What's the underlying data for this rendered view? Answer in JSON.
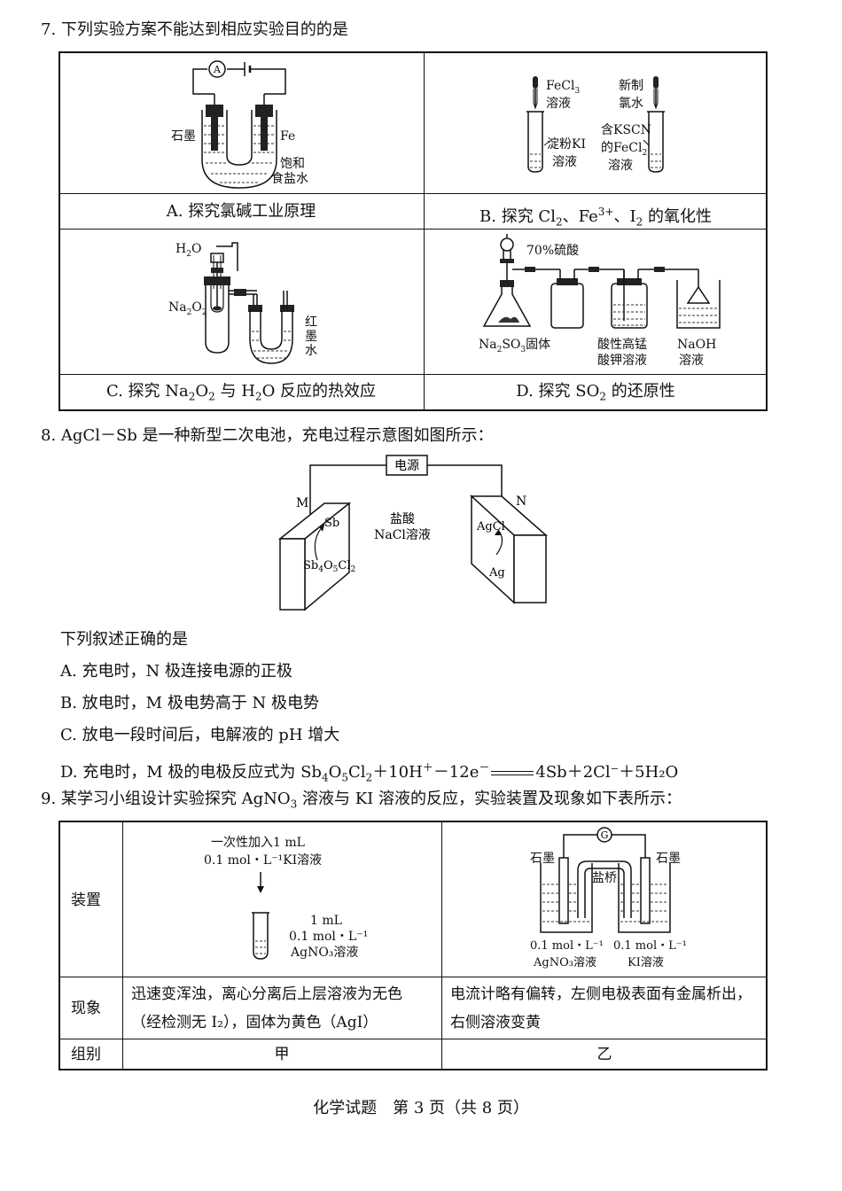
{
  "q7": {
    "stem": "7. 下列实验方案不能达到相应实验目的的是",
    "A": {
      "caption": "A. 探究氯碱工业原理",
      "graphite": "石墨",
      "fe": "Fe",
      "solution1": "饱和",
      "solution2": "食盐水",
      "ammeter": "A"
    },
    "B": {
      "caption_pre": "B. 探究 Cl",
      "caption_sub1": "2",
      "caption_mid1": "、Fe",
      "caption_sup": "3+",
      "caption_mid2": "、I",
      "caption_sub2": "2",
      "caption_post": " 的氧化性",
      "fecl3_a": "FeCl",
      "fecl3_sub": "3",
      "fecl3_b": "溶液",
      "cl2_a": "新制",
      "cl2_b": "氯水",
      "ki_a": "淀粉KI",
      "ki_b": "溶液",
      "kscn_a": "含KSCN",
      "kscn_b": "的FeCl",
      "kscn_sub": "2",
      "kscn_c": "溶液"
    },
    "C": {
      "caption_pre": "C. 探究 Na",
      "caption_sub1": "2",
      "caption_mid1": "O",
      "caption_sub2": "2",
      "caption_mid2": " 与 H",
      "caption_sub3": "2",
      "caption_post": "O 反应的热效应",
      "h2o": "H",
      "h2o_sub": "2",
      "h2o_o": "O",
      "na2o2": "Na",
      "na2o2_sub": "2",
      "na2o2_o": "O",
      "na2o2_sub2": "2",
      "ink": [
        "红",
        "墨",
        "水"
      ]
    },
    "D": {
      "caption_pre": "D. 探究 SO",
      "caption_sub": "2",
      "caption_post": " 的还原性",
      "acid": "70%硫酸",
      "na2so3": "Na",
      "na2so3_sub1": "2",
      "na2so3_mid": "SO",
      "na2so3_sub2": "3",
      "na2so3_post": "固体",
      "kmno4_a": "酸性高锰",
      "kmno4_b": "酸钾溶液",
      "naoh_a": "NaOH",
      "naoh_b": "溶液"
    }
  },
  "q8": {
    "stem": "8. AgCl－Sb 是一种新型二次电池，充电过程示意图如图所示：",
    "power": "电源",
    "M": "M",
    "N": "N",
    "electrolyte_a": "盐酸",
    "electrolyte_b": "NaCl溶液",
    "sb": "Sb",
    "sb4o5cl2": "Sb",
    "agcl": "AgCl",
    "ag": "Ag",
    "prompt": "下列叙述正确的是",
    "options": [
      "A. 充电时，N 极连接电源的正极",
      "B. 放电时，M 极电势高于 N 极电势",
      "C. 放电一段时间后，电解液的 pH 增大"
    ],
    "optD_pre": "D. 充电时，M 极的电极反应式为 Sb",
    "optD_eq": "4Sb＋2Cl⁻＋5H₂O"
  },
  "q9": {
    "stem_pre": "9. 某学习小组设计实验探究 AgNO",
    "stem_sub": "3",
    "stem_post": " 溶液与 KI 溶液的反应，实验装置及现象如下表所示：",
    "row_device": "装置",
    "row_phen": "现象",
    "row_group": "组别",
    "jia": {
      "add1": "一次性加入1 mL",
      "add2": "0.1 mol・L⁻¹KI溶液",
      "vol": "1 mL",
      "conc": "0.1 mol・L⁻¹",
      "agno3": "AgNO₃溶液",
      "phen1": "迅速变浑浊，离心分离后上层溶液为无色",
      "phen2": "（经检测无 I₂），固体为黄色（AgI）",
      "group": "甲"
    },
    "yi": {
      "g": "G",
      "graphite_l": "石墨",
      "graphite_r": "石墨",
      "bridge": "盐桥",
      "conc_l": "0.1 mol・L⁻¹",
      "sol_l": "AgNO₃溶液",
      "conc_r": "0.1 mol・L⁻¹",
      "sol_r": "KI溶液",
      "phen1": "电流计略有偏转，左侧电极表面有金属析出，",
      "phen2": "右侧溶液变黄",
      "group": "乙"
    }
  },
  "footer": "化学试题　第 3 页（共 8 页）"
}
